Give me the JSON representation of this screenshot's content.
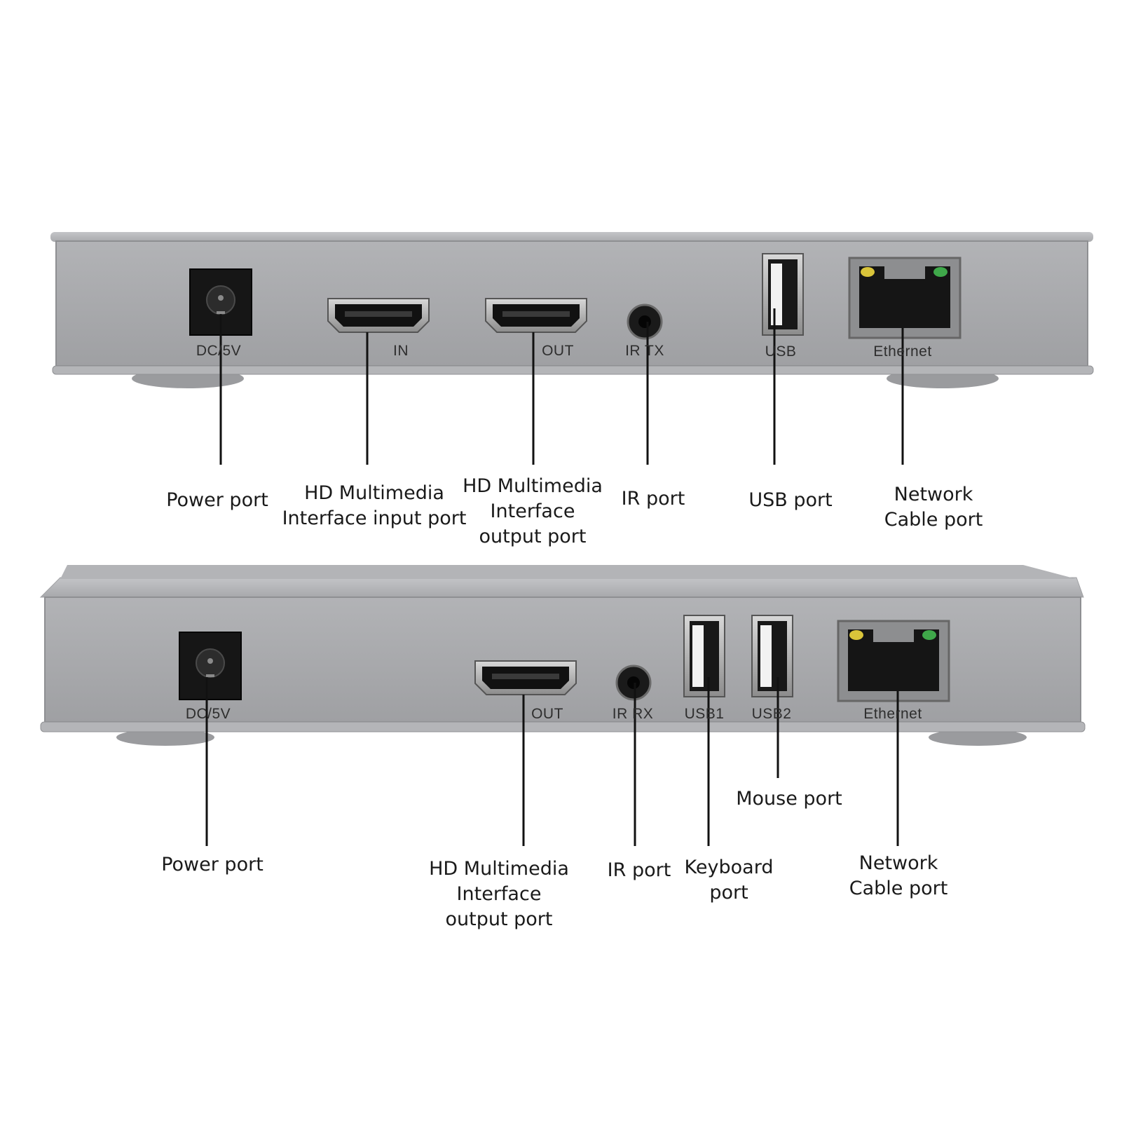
{
  "colors": {
    "panel_face": "#a9aaad",
    "panel_top": "#b9babd",
    "panel_edge": "#8b8c8f",
    "port_black": "#141414",
    "leader_line": "#111111",
    "led_yellow": "#d9c43a",
    "led_green": "#3fa84a"
  },
  "icons": {
    "dc_jack": "dc-barrel-jack-icon",
    "hdmi": "hdmi-port-icon",
    "ir_jack": "3.5mm-jack-icon",
    "usb": "usb-a-port-icon",
    "ethernet": "rj45-port-icon"
  },
  "transmitter": {
    "silkscreen": {
      "dc": "DC/5V",
      "hdmi_in": "IN",
      "hdmi_out": "OUT",
      "ir": "IR TX",
      "usb": "USB",
      "ethernet": "Ethernet"
    },
    "callouts": {
      "power": [
        "Power port"
      ],
      "hdmi_in": [
        "HD Multimedia",
        "Interface input port"
      ],
      "hdmi_out": [
        "HD Multimedia",
        "Interface",
        "output port"
      ],
      "ir": [
        "IR port"
      ],
      "usb": [
        "USB port"
      ],
      "network": [
        "Network",
        "Cable port"
      ]
    }
  },
  "receiver": {
    "silkscreen": {
      "dc": "DC/5V",
      "hdmi_out": "OUT",
      "ir": "IR RX",
      "usb1": "USB1",
      "usb2": "USB2",
      "ethernet": "Ethernet"
    },
    "callouts": {
      "power": [
        "Power port"
      ],
      "hdmi_out": [
        "HD Multimedia",
        "Interface",
        "output port"
      ],
      "ir": [
        "IR port"
      ],
      "keyboard": [
        "Keyboard",
        "port"
      ],
      "mouse": [
        "Mouse port"
      ],
      "network": [
        "Network",
        "Cable port"
      ]
    }
  }
}
